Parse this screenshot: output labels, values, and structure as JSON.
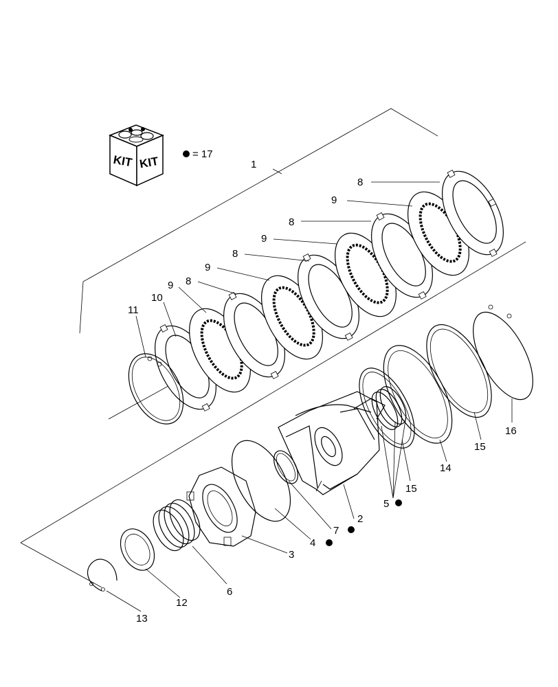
{
  "kit_legend": {
    "box_text_left": "KIT",
    "box_text_right": "KIT",
    "equals_text": "= 17"
  },
  "callouts": [
    {
      "id": "c1",
      "text": "1"
    },
    {
      "id": "c8a",
      "text": "8"
    },
    {
      "id": "c9a",
      "text": "9"
    },
    {
      "id": "c8b",
      "text": "8"
    },
    {
      "id": "c9b",
      "text": "9"
    },
    {
      "id": "c8c",
      "text": "8"
    },
    {
      "id": "c9c",
      "text": "9"
    },
    {
      "id": "c8d",
      "text": "8"
    },
    {
      "id": "c9d",
      "text": "9"
    },
    {
      "id": "c10",
      "text": "10"
    },
    {
      "id": "c11",
      "text": "11"
    },
    {
      "id": "c16",
      "text": "16"
    },
    {
      "id": "c15a",
      "text": "15"
    },
    {
      "id": "c14",
      "text": "14"
    },
    {
      "id": "c15b",
      "text": "15"
    },
    {
      "id": "c5",
      "text": "5"
    },
    {
      "id": "c2",
      "text": "2"
    },
    {
      "id": "c7",
      "text": "7"
    },
    {
      "id": "c4",
      "text": "4"
    },
    {
      "id": "c3",
      "text": "3"
    },
    {
      "id": "c6",
      "text": "6"
    },
    {
      "id": "c12",
      "text": "12"
    },
    {
      "id": "c13",
      "text": "13"
    }
  ]
}
